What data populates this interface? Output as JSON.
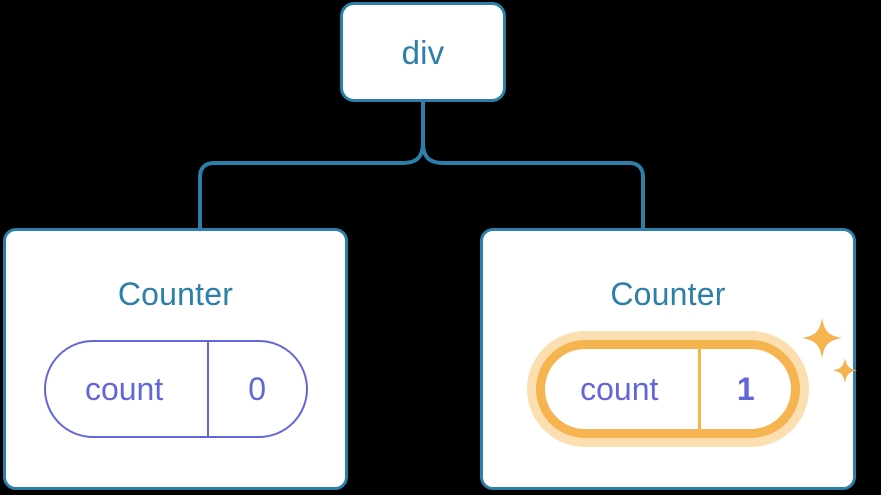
{
  "diagram": {
    "type": "component-tree",
    "background_color": "#000000",
    "node_border_color": "#2b7fa8",
    "node_text_color": "#2b7fa8",
    "connector_color": "#2b7fa8",
    "state_color": "#6366d8",
    "highlight_color": "#f5b44f",
    "highlight_glow_color": "#fbdfb0",
    "root": {
      "label": "div"
    },
    "children": [
      {
        "title": "Counter",
        "state": {
          "key": "count",
          "value": "0"
        },
        "highlighted": false
      },
      {
        "title": "Counter",
        "state": {
          "key": "count",
          "value": "1"
        },
        "highlighted": true,
        "sparkle_icons": [
          "sparkle-large",
          "sparkle-small"
        ]
      }
    ]
  }
}
